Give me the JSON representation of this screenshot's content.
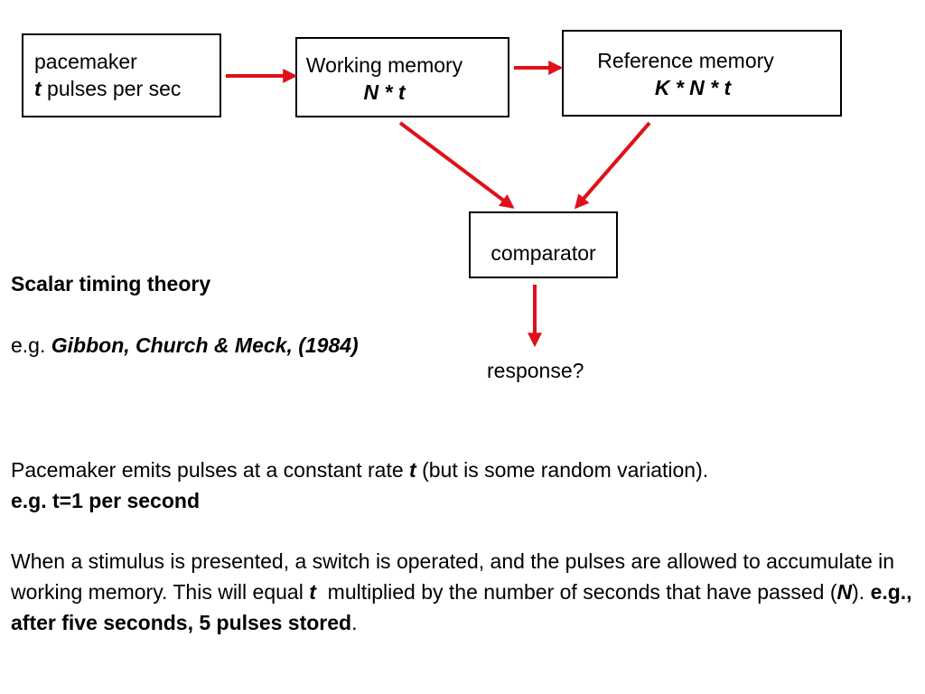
{
  "diagram": {
    "pacemaker": {
      "title": "pacemaker",
      "var": "t",
      "text": " pulses per sec"
    },
    "working_memory": {
      "title": "Working memory",
      "formula": "N * t"
    },
    "reference_memory": {
      "title": "Reference memory",
      "formula": "K * N * t"
    },
    "comparator": {
      "title": "comparator"
    },
    "response": "response?",
    "arrow_color": "#e0101a"
  },
  "heading": "Scalar timing theory",
  "citation": {
    "prefix": "e.g. ",
    "ref": "Gibbon, Church & Meck, (1984)"
  },
  "paragraph1": {
    "p1": "Pacemaker emits pulses at a constant rate ",
    "t": "t",
    "p2": " (but is some random variation).",
    "example": "e.g. t=1 per second"
  },
  "paragraph2": {
    "p1": "When a stimulus is presented, a switch is operated, and the pulses are allowed to accumulate in  working memory. This will equal ",
    "t": "t",
    "p2": "  multiplied by the number of seconds that have passed (",
    "n": "N",
    "p3": "). ",
    "bold": "e.g., after five seconds, 5 pulses stored",
    "end": "."
  }
}
